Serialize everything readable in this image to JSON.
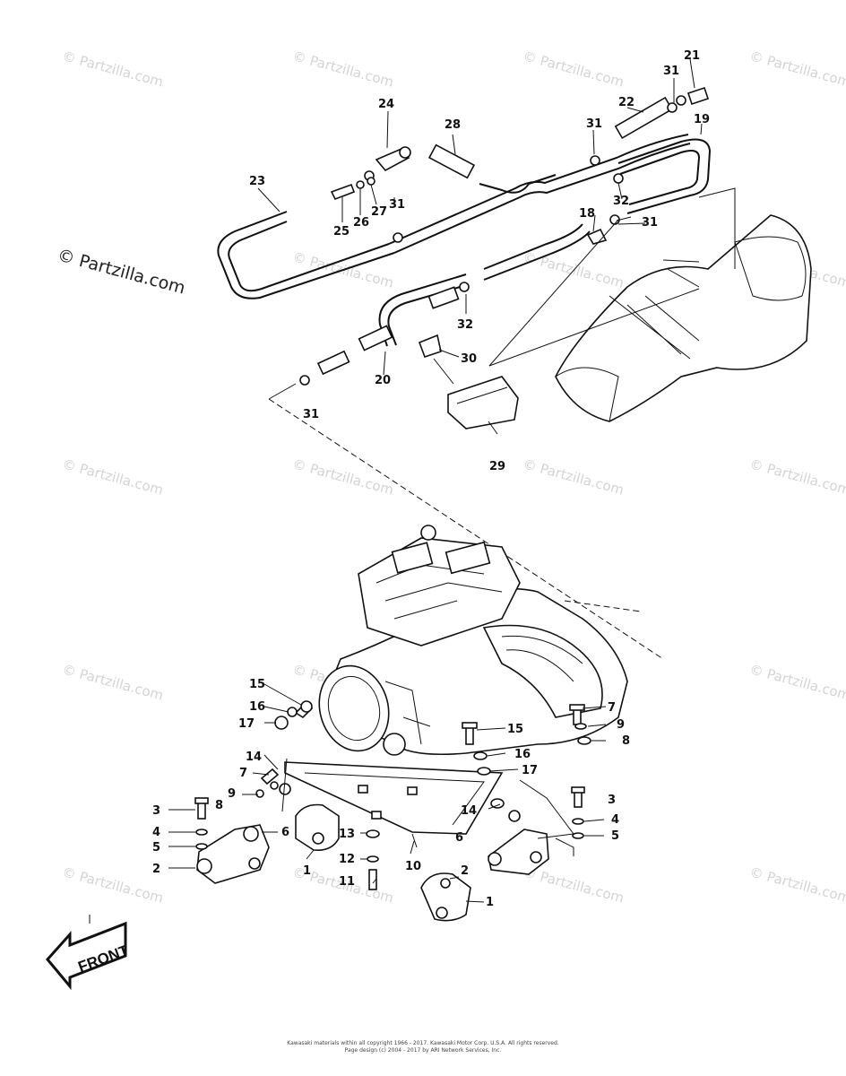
{
  "watermark": {
    "small_text": "© Partzilla.com",
    "large_text": "© Partzilla.com"
  },
  "front_arrow_label": "FRONT",
  "callouts": {
    "c1a": "1",
    "c1b": "1",
    "c2a": "2",
    "c2b": "2",
    "c3a": "3",
    "c3b": "3",
    "c4a": "4",
    "c4b": "4",
    "c5a": "5",
    "c5b": "5",
    "c6a": "6",
    "c6b": "6",
    "c7a": "7",
    "c7b": "7",
    "c8a": "8",
    "c8b": "8",
    "c9a": "9",
    "c9b": "9",
    "c10": "10",
    "c11": "11",
    "c12": "12",
    "c13": "13",
    "c14a": "14",
    "c14b": "14",
    "c15a": "15",
    "c15b": "15",
    "c16a": "16",
    "c16b": "16",
    "c17a": "17",
    "c17b": "17",
    "c18": "18",
    "c19": "19",
    "c20": "20",
    "c21": "21",
    "c22": "22",
    "c23": "23",
    "c24": "24",
    "c25": "25",
    "c26": "26",
    "c27": "27",
    "c28": "28",
    "c29": "29",
    "c30": "30",
    "c31a": "31",
    "c31b": "31",
    "c31c": "31",
    "c31d": "31",
    "c31e": "31",
    "c32a": "32",
    "c32b": "32"
  },
  "copyright": {
    "line1": "Kawasaki materials within all copyright 1966 - 2017. Kawasaki Motor Corp. U.S.A. All rights reserved.",
    "line2": "Page design (c) 2004 - 2017 by ARI Network Services, Inc."
  }
}
